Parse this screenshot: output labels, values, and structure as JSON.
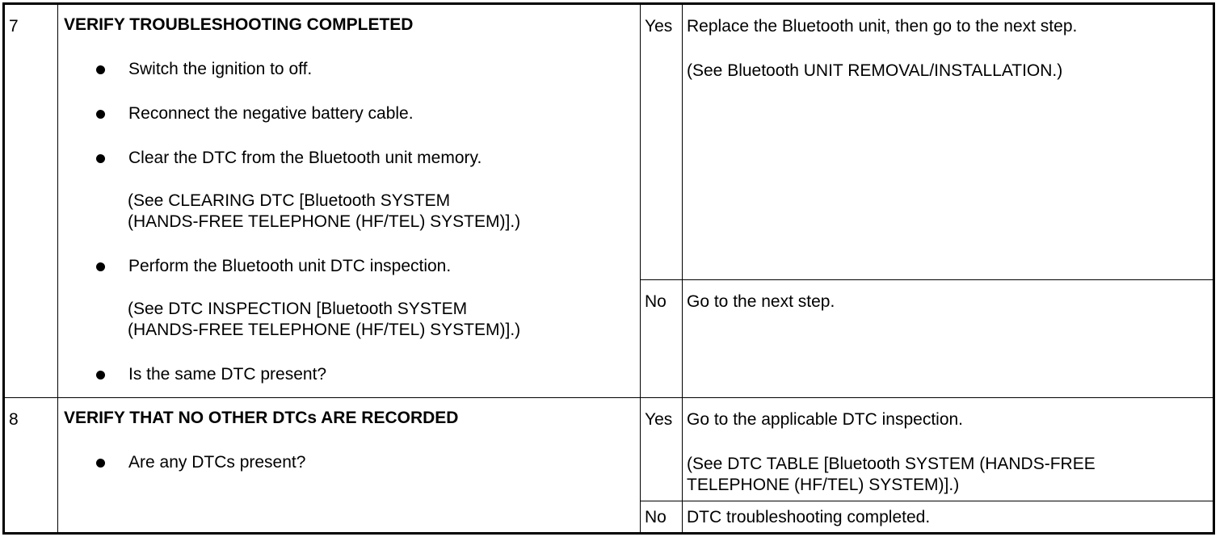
{
  "rows": [
    {
      "step": "7",
      "title": "VERIFY TROUBLESHOOTING COMPLETED",
      "bullets": [
        "Switch the ignition to off.",
        "Reconnect the negative battery cable.",
        "Clear the DTC from the Bluetooth unit memory.",
        "Perform the Bluetooth unit DTC inspection.",
        "Is the same DTC present?"
      ],
      "refs": [
        {
          "l1": "(See CLEARING DTC [Bluetooth SYSTEM",
          "l2": "(HANDS-FREE TELEPHONE (HF/TEL) SYSTEM)].)"
        },
        {
          "l1": "(See DTC INSPECTION [Bluetooth SYSTEM",
          "l2": "(HANDS-FREE TELEPHONE (HF/TEL) SYSTEM)].)"
        }
      ],
      "yes_label": "Yes",
      "yes_action": "Replace the Bluetooth unit, then go to the next step.",
      "yes_ref": "(See Bluetooth UNIT REMOVAL/INSTALLATION.)",
      "no_label": "No",
      "no_action": "Go to the next step."
    },
    {
      "step": "8",
      "title": "VERIFY THAT NO OTHER DTCs ARE RECORDED",
      "bullets": [
        "Are any DTCs present?"
      ],
      "yes_label": "Yes",
      "yes_action": "Go to the applicable DTC inspection.",
      "yes_ref_l1": "(See DTC TABLE [Bluetooth SYSTEM (HANDS-FREE",
      "yes_ref_l2": "TELEPHONE (HF/TEL) SYSTEM)].)",
      "no_label": "No",
      "no_action": "DTC troubleshooting completed."
    }
  ]
}
